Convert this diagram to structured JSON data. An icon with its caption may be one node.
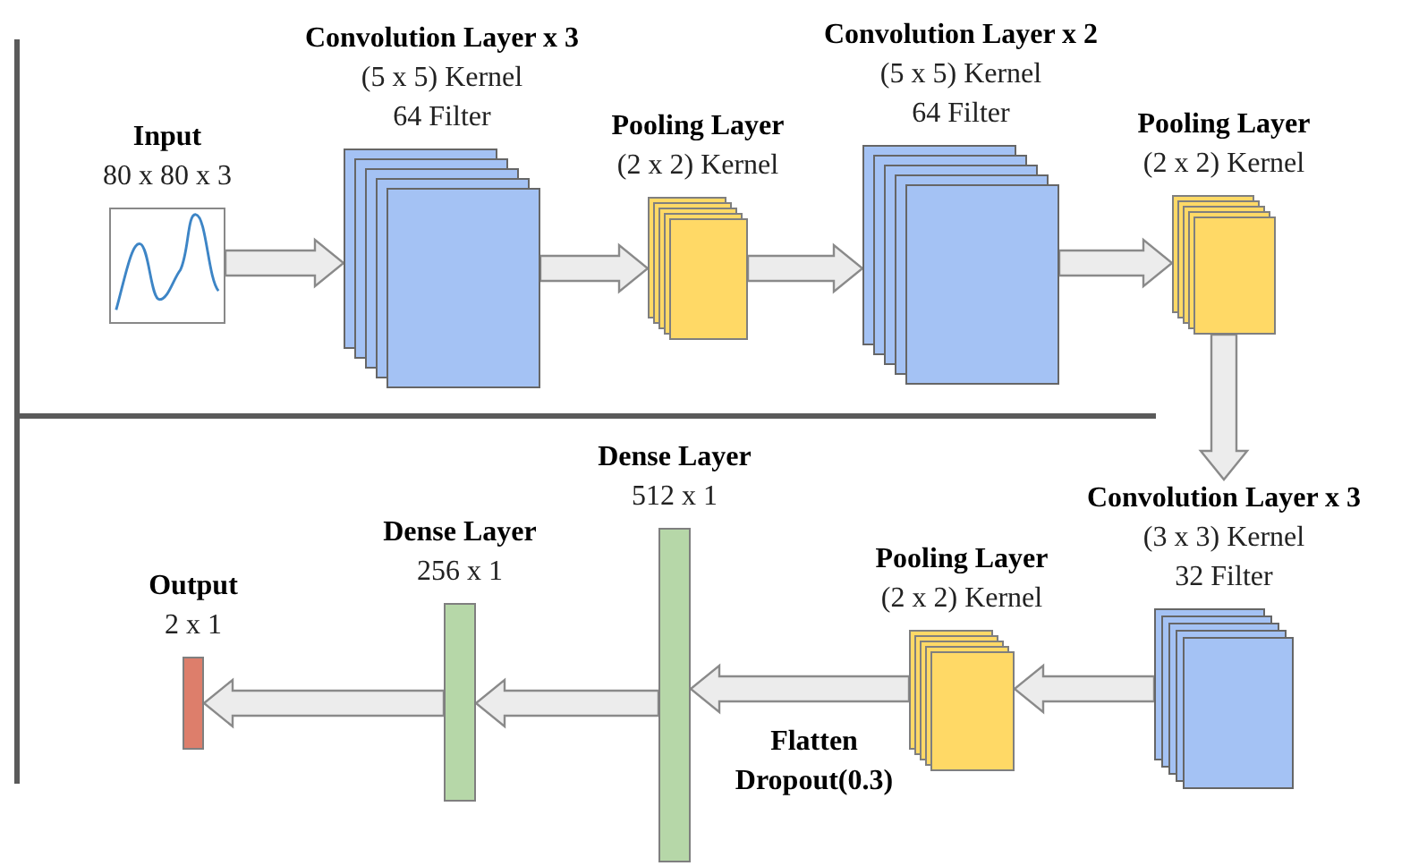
{
  "diagram": {
    "nodes": [
      {
        "text": [
          "Input",
          "80 x 80 x 3"
        ]
      },
      {
        "text": [
          "Convolution Layer x 3",
          "(5 x 5) Kernel",
          "64 Filter"
        ]
      },
      {
        "text": [
          "Pooling Layer",
          "(2 x 2) Kernel"
        ]
      },
      {
        "text": [
          "Convolution Layer x 2",
          "(5 x 5) Kernel",
          "64 Filter"
        ]
      },
      {
        "text": [
          "Pooling Layer",
          "(2 x 2) Kernel"
        ]
      },
      {
        "text": [
          "Convolution Layer x 3",
          "(3 x 3) Kernel",
          "32 Filter"
        ]
      },
      {
        "text": [
          "Pooling Layer",
          "(2 x 2) Kernel"
        ]
      },
      {
        "text": [
          "Dense Layer",
          "512 x 1"
        ]
      },
      {
        "text": [
          "Dense Layer",
          "256 x 1"
        ]
      },
      {
        "text": [
          "Output",
          "2 x 1"
        ]
      }
    ],
    "edges": [
      {
        "from": 0,
        "to": 1,
        "arrow": "to"
      },
      {
        "from": 1,
        "to": 2,
        "arrow": "to"
      },
      {
        "from": 2,
        "to": 3,
        "arrow": "to"
      },
      {
        "from": 3,
        "to": 4,
        "arrow": "to"
      },
      {
        "from": 4,
        "to": 5,
        "arrow": "to"
      },
      {
        "from": 5,
        "to": 6,
        "arrow": "to"
      },
      {
        "from": 6,
        "to": 7,
        "arrow": "to",
        "label": "Flatten Dropout(0.3)"
      },
      {
        "from": 7,
        "to": 8,
        "arrow": "to"
      },
      {
        "from": 8,
        "to": 9,
        "arrow": "to"
      }
    ]
  }
}
